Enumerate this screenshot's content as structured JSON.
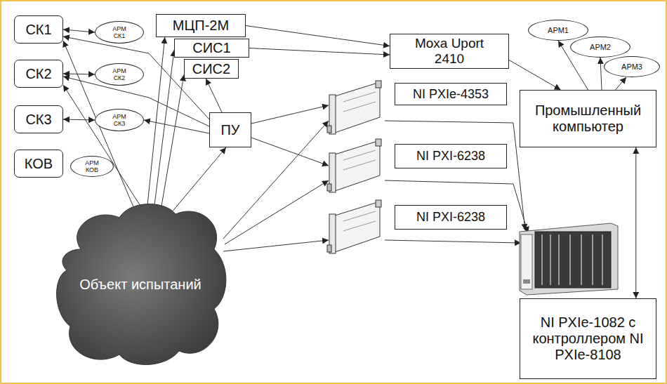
{
  "diagram": {
    "nodes": [
      {
        "text": [
          "СК1"
        ]
      },
      {
        "text": [
          "АРМ СК1"
        ]
      },
      {
        "text": [
          "МЦП-2М"
        ]
      },
      {
        "text": [
          "СИС1"
        ]
      },
      {
        "text": [
          "СИС2"
        ]
      },
      {
        "text": [
          "Moxa Uport 2410"
        ]
      },
      {
        "text": [
          "АРМ1"
        ]
      },
      {
        "text": [
          "АРМ2"
        ]
      },
      {
        "text": [
          "АРМ3"
        ]
      },
      {
        "text": [
          "СК2"
        ]
      },
      {
        "text": [
          "АРМ СК2"
        ]
      },
      {
        "text": [
          "NI PXIe-4353"
        ]
      },
      {
        "text": [
          "Промышленный компьютер"
        ]
      },
      {
        "text": [
          "СК3"
        ]
      },
      {
        "text": [
          "АРМ СК3"
        ]
      },
      {
        "text": [
          "ПУ"
        ]
      },
      {
        "text": [
          "NI PXI-6238"
        ]
      },
      {
        "text": [
          "КОВ"
        ]
      },
      {
        "text": [
          "АРМ КОВ"
        ]
      },
      {
        "text": [
          "NI PXI-6238"
        ]
      },
      {
        "text": [
          "Объект испытаний"
        ]
      },
      {
        "text": [
          "NI PXIe-1082 с контроллером NI PXIe-8108"
        ]
      }
    ],
    "edges": [
      {
        "from": 0,
        "to": 1,
        "arrow": "both"
      },
      {
        "from": 9,
        "to": 10,
        "arrow": "both"
      },
      {
        "from": 13,
        "to": 14,
        "arrow": "both"
      },
      {
        "from": 2,
        "to": 5,
        "arrow": "to"
      },
      {
        "from": 3,
        "to": 5,
        "arrow": "to"
      },
      {
        "from": 5,
        "to": 12,
        "arrow": "to"
      },
      {
        "from": 12,
        "to": 6,
        "arrow": "to"
      },
      {
        "from": 12,
        "to": 7,
        "arrow": "to"
      },
      {
        "from": 12,
        "to": 8,
        "arrow": "to"
      },
      {
        "from": 12,
        "to": 21,
        "arrow": "both"
      },
      {
        "from": 15,
        "to": 0,
        "arrow": "to"
      },
      {
        "from": 15,
        "to": 9,
        "arrow": "to"
      },
      {
        "from": 15,
        "to": 14,
        "arrow": "to"
      },
      {
        "from": 15,
        "to": 4,
        "arrow": "to"
      },
      {
        "from": 20,
        "to": 0,
        "arrow": "to"
      },
      {
        "from": 20,
        "to": 9,
        "arrow": "to"
      },
      {
        "from": 20,
        "to": 2,
        "arrow": "to"
      },
      {
        "from": 20,
        "to": 3,
        "arrow": "to"
      },
      {
        "from": 20,
        "to": 4,
        "arrow": "to"
      },
      {
        "from": 20,
        "to": 15,
        "arrow": "to"
      }
    ]
  }
}
